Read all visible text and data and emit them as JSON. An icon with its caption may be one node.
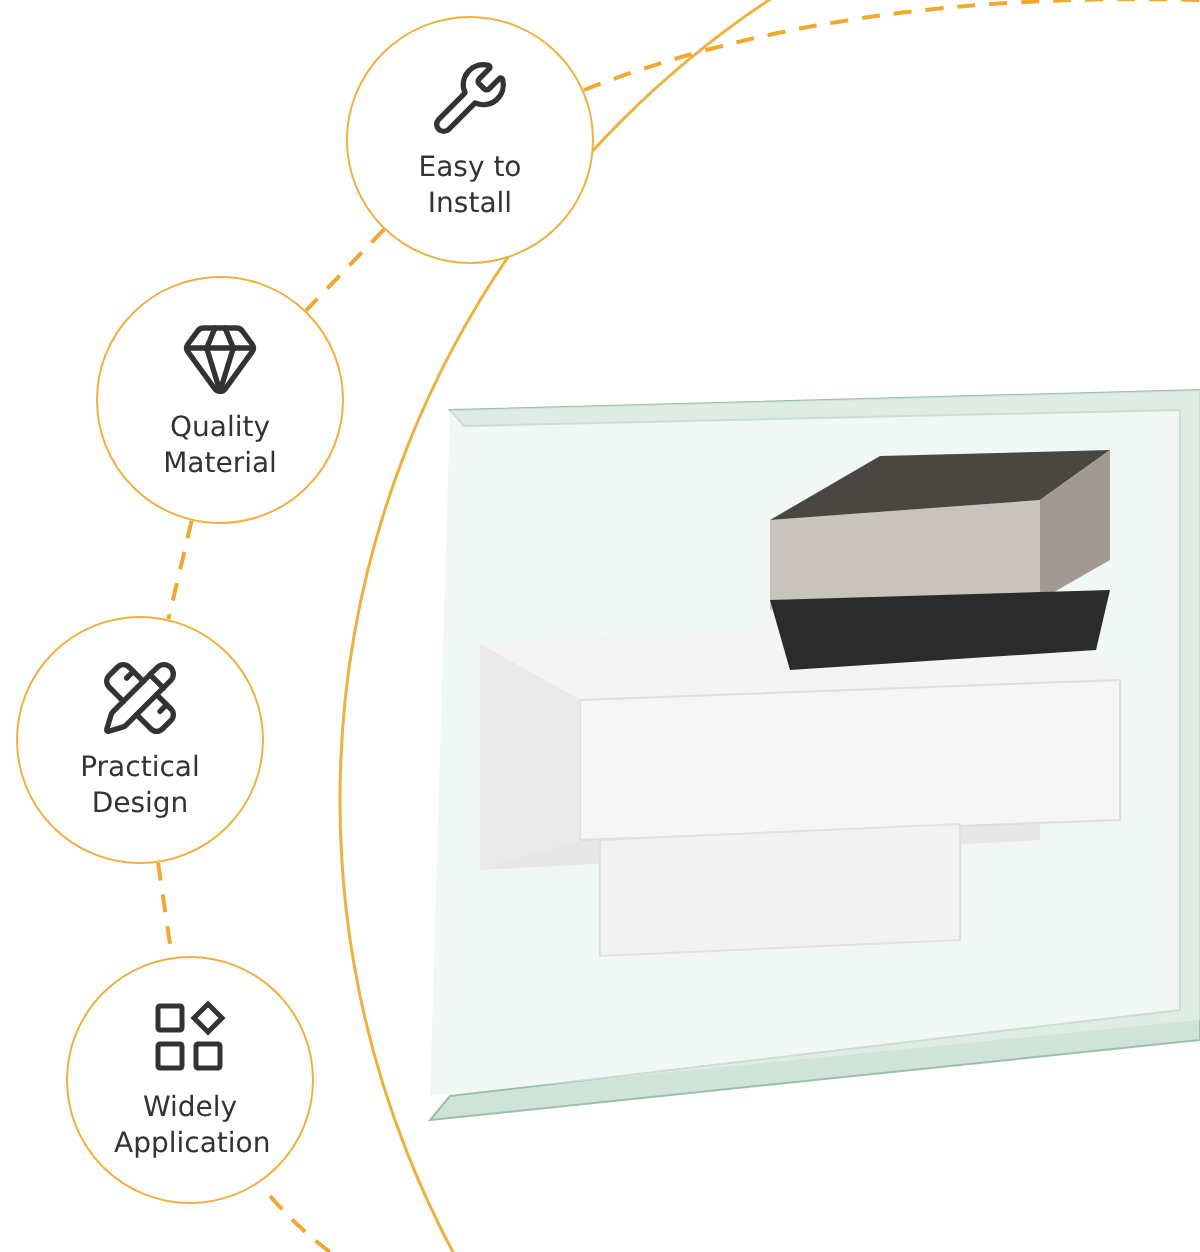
{
  "diagram": {
    "nodes": [
      {
        "text": [
          "Easy to Install"
        ]
      },
      {
        "text": [
          "Quality Material"
        ]
      },
      {
        "text": [
          "Practical Design"
        ]
      },
      {
        "text": [
          "Widely Application"
        ]
      },
      {
        "text": [],
        "shape": "picture"
      }
    ],
    "edges": [
      {
        "from": 0,
        "to": 1,
        "arrow": "none",
        "style": "dashed",
        "color": "#f0a830"
      },
      {
        "from": 1,
        "to": 2,
        "arrow": "none",
        "style": "dashed",
        "color": "#f0a830"
      },
      {
        "from": 2,
        "to": 3,
        "arrow": "none",
        "style": "dashed",
        "color": "#f0a830"
      }
    ]
  }
}
